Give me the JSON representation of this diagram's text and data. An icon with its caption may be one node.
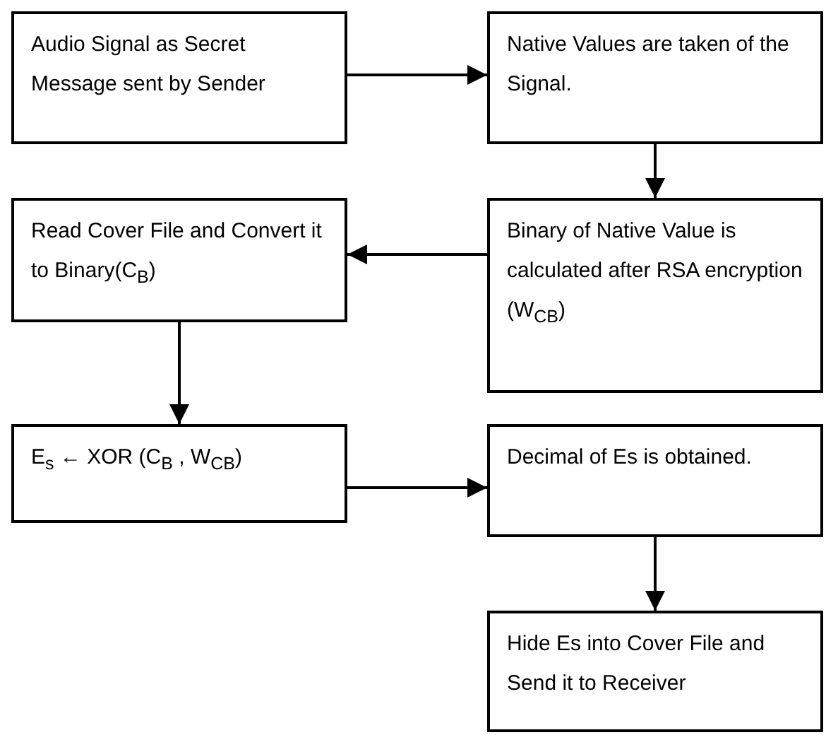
{
  "diagram": {
    "nodes": [
      {
        "text": [
          "Audio Signal as Secret Message sent by Sender"
        ]
      },
      {
        "text": [
          "Native Values are taken of the Signal."
        ]
      },
      {
        "text": [
          "Read Cover File and Convert it to Binary(C$_{B}$)"
        ]
      },
      {
        "text": [
          "Binary of Native Value is calculated after RSA encryption (W$_{CB}$)"
        ]
      },
      {
        "text": [
          "E$_{s}$ ← XOR (C$_{B}$ , W$_{CB}$)"
        ]
      },
      {
        "text": [
          "Decimal of Es is obtained."
        ]
      },
      {
        "text": [
          "Hide Es into Cover File and Send it to Receiver"
        ]
      }
    ],
    "edges": [
      {
        "from": 0,
        "to": 1,
        "arrow": "to"
      },
      {
        "from": 1,
        "to": 3,
        "arrow": "to"
      },
      {
        "from": 3,
        "to": 2,
        "arrow": "to"
      },
      {
        "from": 2,
        "to": 4,
        "arrow": "to"
      },
      {
        "from": 4,
        "to": 5,
        "arrow": "to"
      },
      {
        "from": 5,
        "to": 6,
        "arrow": "to"
      }
    ]
  }
}
